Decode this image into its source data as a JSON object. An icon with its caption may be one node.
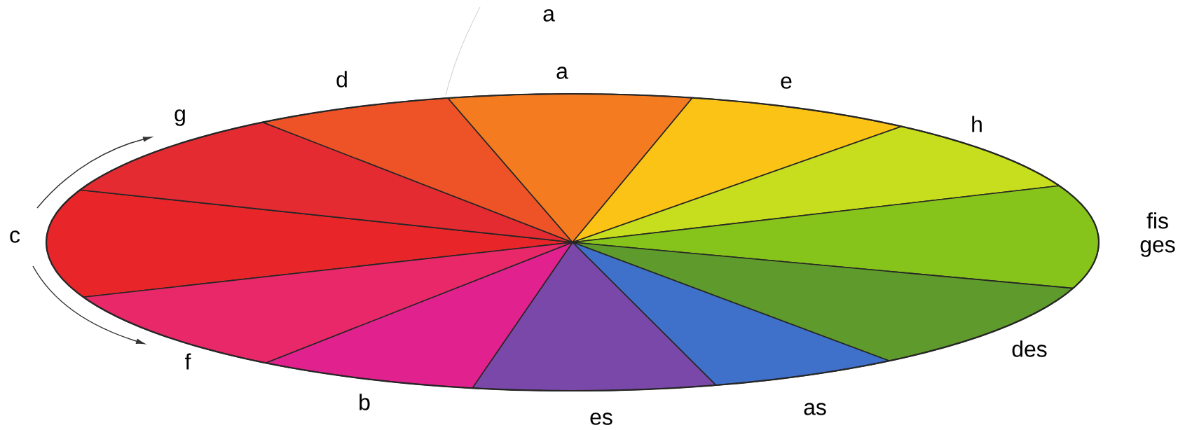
{
  "diagram": {
    "labels": [
      "a",
      "d",
      "a",
      "e",
      "g",
      "h",
      "c",
      "fis ges",
      "des",
      "f",
      "b",
      "as",
      "es"
    ]
  }
}
